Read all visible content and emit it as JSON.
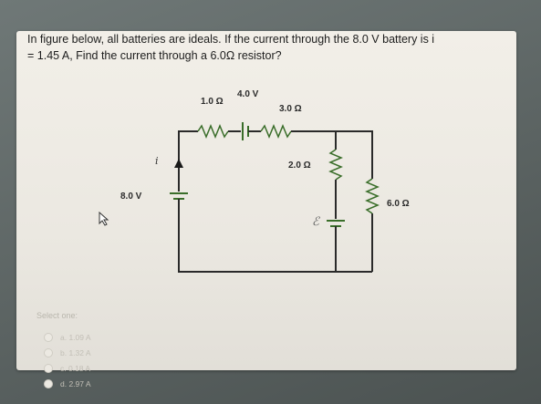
{
  "question": {
    "line1": "In figure below, all batteries are ideals.  If the current through the 8.0 V battery is i",
    "line2": "= 1.45 A, Find the current through a 6.0Ω resistor?"
  },
  "circuit": {
    "r1": "1.0 Ω",
    "battery_top": "4.0 V",
    "r3": "3.0 Ω",
    "r2": "2.0 Ω",
    "battery_left": "8.0 V",
    "r6": "6.0 Ω",
    "emf_symbol": "ℰ",
    "current_symbol": "i"
  },
  "answers": {
    "prompt": "Select one:",
    "options": [
      "a. 1.09 A",
      "b. 1.32 A",
      "c. 0.18 A",
      "d. 2.97 A"
    ]
  },
  "colors": {
    "wire": "#2a2a2a",
    "resistor": "#3a6e2a"
  }
}
